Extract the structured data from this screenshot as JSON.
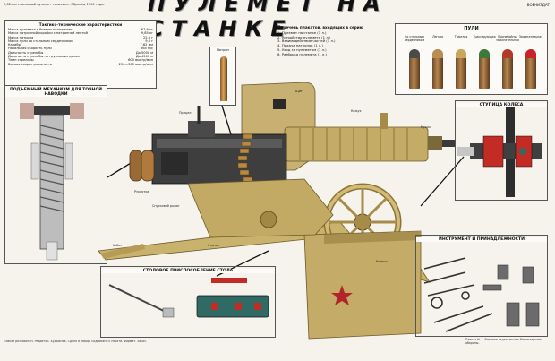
{
  "header": {
    "left_text": "7,62-мм станковый пулемет «максим». Образец 1910 года.",
    "right_text": "ВОЕНИЗДАТ",
    "title": "ПУЛЕМЕТ НА СТАНКЕ"
  },
  "ttx": {
    "heading": "Тактико-технические характеристики",
    "rows": [
      {
        "k": "Масса пулемета в боевом положении",
        "v": "67,6 кг"
      },
      {
        "k": "Масса патронной коробки с патронной лентой",
        "v": "9,85 кг"
      },
      {
        "k": "Масса патрона",
        "v": "22,8 г"
      },
      {
        "k": "Масса пули со стальным сердечником",
        "v": "9,6 г"
      },
      {
        "k": "Калибр",
        "v": "7,62 мм"
      },
      {
        "k": "Начальная скорость пули",
        "v": "865 м/с"
      },
      {
        "k": "Дальность стрельбы",
        "v": "До 5000 м"
      },
      {
        "k": "Дальность стрельбы по групповым целям",
        "v": "До 4300 м"
      },
      {
        "k": "Темп стрельбы",
        "v": "600 выстр/мин"
      },
      {
        "k": "Боевая скорострельность",
        "v": "250—300 выстр/мин"
      }
    ]
  },
  "parts": {
    "heading": "Перечень плакатов, входящих в серию",
    "items": [
      "1. Пулемет на станке (1 л.)",
      "2. Устройство пулемета (1 л.)",
      "3. Взаимодействие частей (1 л.)",
      "4. Подача патронов (1 л.)",
      "5. Уход за пулеметом (1 л.)",
      "6. Разборка пулемета (1 л.)"
    ]
  },
  "bullets": {
    "heading": "ПУЛИ",
    "items": [
      {
        "label": "Со стальным сердечником",
        "tip": "#4a4a4a"
      },
      {
        "label": "Легкая",
        "tip": "#b98d52"
      },
      {
        "label": "Тяжелая",
        "tip": "#c9a85c"
      },
      {
        "label": "Трассирующая",
        "tip": "#3d7a3a"
      },
      {
        "label": "Бронебойно-зажигательная",
        "tip": "#b23a2a"
      },
      {
        "label": "Зажигательная",
        "tip": "#c8232b"
      }
    ]
  },
  "cartridge": {
    "label": "Патрон"
  },
  "lift": {
    "heading": "ПОДЪЕМНЫЙ МЕХАНИЗМ ДЛЯ ТОЧНОЙ НАВОДКИ"
  },
  "hub": {
    "heading": "СТУПИЦА КОЛЕСА"
  },
  "table_device": {
    "heading": "СТОЛОВОЕ ПРИСПОСОБЛЕНИЕ СТОЛА"
  },
  "tools": {
    "heading": "ИНСТРУМЕНТ И ПРИНАДЛЕЖНОСТИ"
  },
  "callouts": {
    "gun": [
      "Кожух",
      "Рукоятка",
      "Щит",
      "Спусковой рычаг",
      "Прицел",
      "Мушка",
      "Колесо",
      "Хобот",
      "Станок"
    ]
  },
  "notes": {
    "bottom_left": "Плакат разработан. Редактор. Художник. Сдано в набор. Подписано к печати. Формат. Заказ.",
    "bottom_right": "Плакат № 1. Военное издательство Министерства обороны."
  },
  "colors": {
    "gun_metal": "#c2ab62",
    "dark_steel": "#3e3e3e",
    "shield_tan": "#cbb57a",
    "wheel_tan": "#bfa460",
    "cutaway_red": "#c32b25",
    "teal_panel": "#2f6a64"
  }
}
